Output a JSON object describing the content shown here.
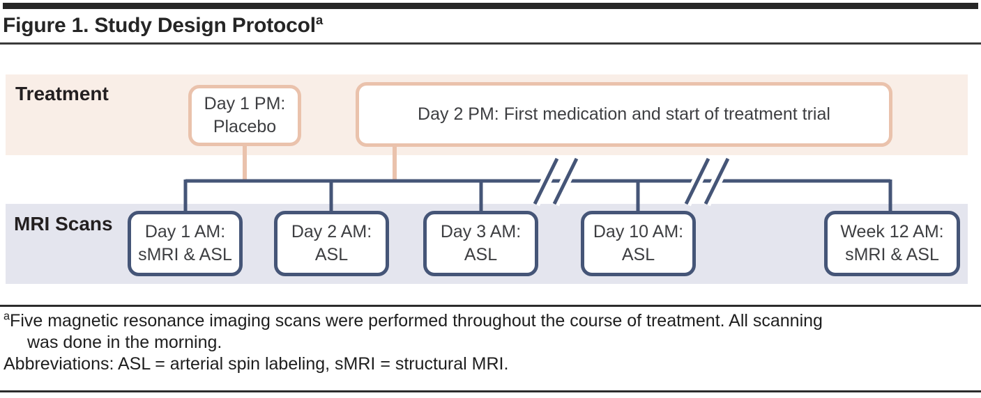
{
  "figure": {
    "title": "Figure 1. Study Design Protocol",
    "title_superscript": "a"
  },
  "rows": {
    "treatment": {
      "label": "Treatment",
      "boxes": [
        {
          "line1": "Day 1 PM:",
          "line2": "Placebo"
        },
        {
          "line1": "Day 2 PM: First medication and start of treatment trial"
        }
      ]
    },
    "mri": {
      "label": "MRI Scans",
      "boxes": [
        {
          "line1": "Day 1 AM:",
          "line2": "sMRI & ASL"
        },
        {
          "line1": "Day 2 AM:",
          "line2": "ASL"
        },
        {
          "line1": "Day 3 AM:",
          "line2": "ASL"
        },
        {
          "line1": "Day 10 AM:",
          "line2": "ASL"
        },
        {
          "line1": "Week 12 AM:",
          "line2": "sMRI & ASL"
        }
      ]
    }
  },
  "footnotes": {
    "superscript": "a",
    "line1": "Five magnetic resonance imaging scans were performed throughout the course of treatment. All scanning",
    "line2": "was done in the morning.",
    "abbreviations": "Abbreviations: ASL = arterial spin labeling, sMRI = structural MRI."
  },
  "colors": {
    "accent_navy": "#455577",
    "accent_peach": "#eac2ac",
    "treatment_band": "#f9eee7",
    "mri_band": "#e4e5ee",
    "header_bar": "#262626"
  }
}
